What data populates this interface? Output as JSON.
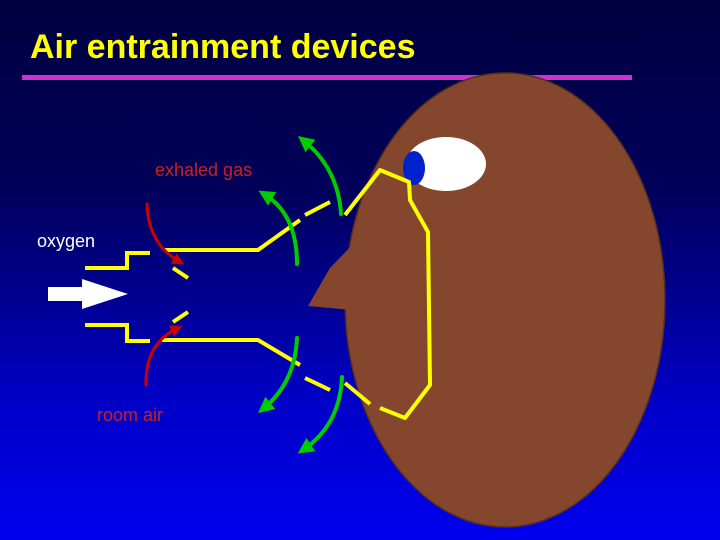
{
  "title": "Air entrainment devices",
  "labels": {
    "exhaled_gas": "exhaled gas",
    "oxygen": "oxygen",
    "room_air": "room air"
  },
  "colors": {
    "title": "#ffff00",
    "title_rule": "#cc33cc",
    "head": "#84472e",
    "mask_outline": "#ffff00",
    "exhaled_arrows": "#00cc00",
    "entrainment_arrows": "#cc0000",
    "oxygen_arrow": "#ffffff",
    "eye_white": "#ffffff",
    "pupil": "#0022cc"
  },
  "icons": {
    "oxygen_flow": "right-arrow-icon"
  }
}
